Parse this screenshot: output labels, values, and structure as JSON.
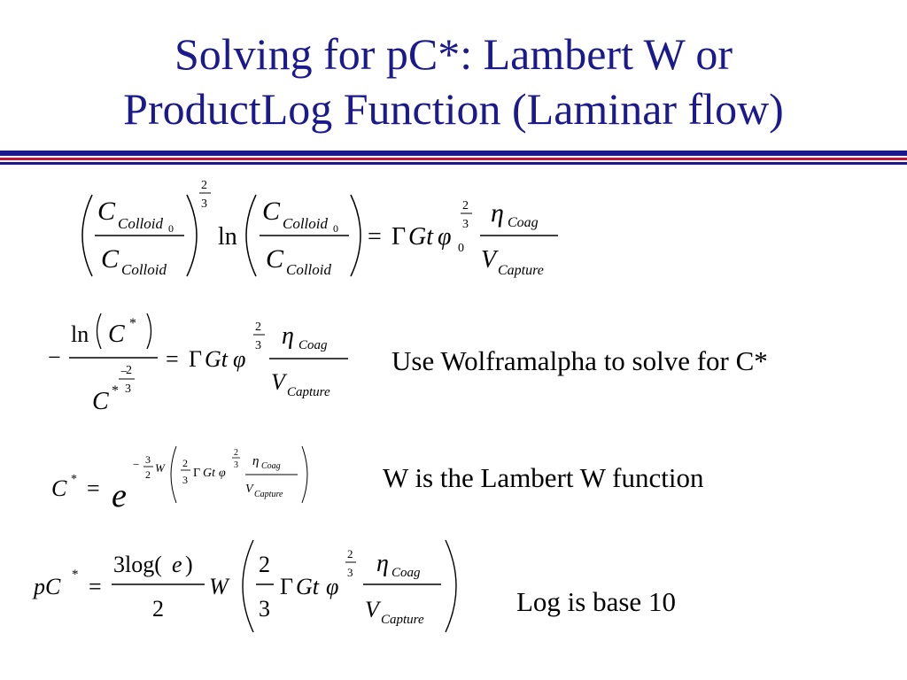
{
  "slide": {
    "title_line1": "Solving for pC*: Lambert W or",
    "title_line2": "ProductLog Function (Laminar flow)",
    "title_color": "#1a1a8e",
    "rule_colors": [
      "#1a1a8e",
      "#c0143c"
    ]
  },
  "notes": {
    "wolfram": "Use Wolframalpha to solve for C*",
    "lambert": "W is the Lambert W function",
    "logbase": "Log is base 10"
  },
  "equations": [
    "(C_Colloid0 / C_Colloid)^(2/3) ln(C_Colloid0 / C_Colloid) = Γ G t φ0^(2/3) η_Coag / V_Capture",
    "- ln(C*) / C*^(-2/3) = Γ G t φ^(2/3) η_Coag / V_Capture",
    "C* = e^(-3/2 W(2/3 Γ G t φ^(2/3) η_Coag / V_Capture))",
    "pC* = 3log(e)/2 W(2/3 Γ G t φ^(2/3) η_Coag / V_Capture)"
  ]
}
